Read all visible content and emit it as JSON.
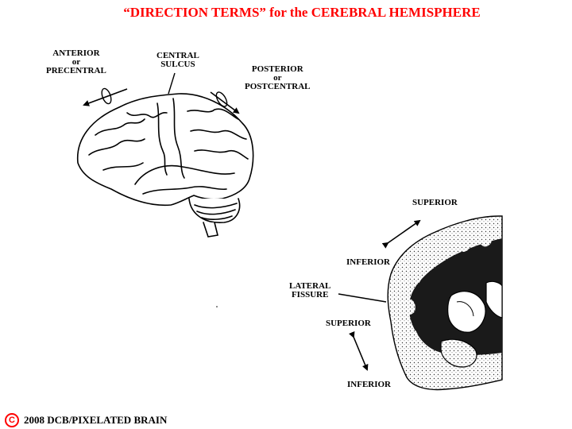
{
  "title": "“DIRECTION TERMS” for the CEREBRAL HEMISPHERE",
  "labels": {
    "anterior": [
      "ANTERIOR",
      "or",
      "PRECENTRAL"
    ],
    "central": [
      "CENTRAL",
      "SULCUS"
    ],
    "posterior": [
      "POSTERIOR",
      "or",
      "POSTCENTRAL"
    ],
    "superior_top": "SUPERIOR",
    "inferior_top": "INFERIOR",
    "lateral": [
      "LATERAL",
      "FISSURE"
    ],
    "superior_bottom": "SUPERIOR",
    "inferior_bottom": "INFERIOR"
  },
  "copyright": {
    "symbol": "C",
    "text": "2008  DCB/PIXELATED BRAIN"
  },
  "colors": {
    "title": "#ff0000",
    "ink": "#000000"
  }
}
